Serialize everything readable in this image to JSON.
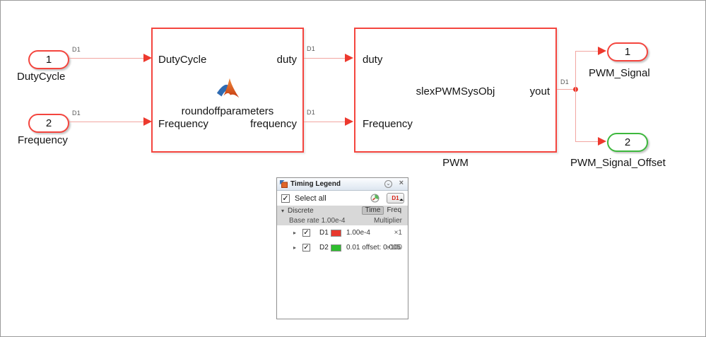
{
  "colors": {
    "block_red": "#F4453E",
    "arrow_red": "#ED392E",
    "wire_red": "#F2A6A1",
    "port_green": "#3DB83D",
    "d1_swatch": "#E8382D",
    "d2_swatch": "#2FBE2F"
  },
  "diagram": {
    "wire_label": "D1",
    "inports": [
      {
        "id": "1",
        "caption": "DutyCycle"
      },
      {
        "id": "2",
        "caption": "Frequency"
      }
    ],
    "function_block": {
      "in_top": "DutyCycle",
      "in_bottom": "Frequency",
      "out_top": "duty",
      "out_bottom": "frequency",
      "name": "roundoffparameters"
    },
    "pwm_block": {
      "in_top": "duty",
      "in_bottom": "Frequency",
      "label": "slexPWMSysObj",
      "out": "yout",
      "caption": "PWM"
    },
    "outports": [
      {
        "id": "1",
        "caption": "PWM_Signal"
      },
      {
        "id": "2",
        "caption": "PWM_Signal_Offset"
      }
    ]
  },
  "legend": {
    "title": "Timing Legend",
    "select_all": "Select all",
    "rate_button": "D1",
    "section": "Discrete",
    "time": "Time",
    "freq": "Freq",
    "base_rate": "Base rate 1.00e-4",
    "multiplier": "Multiplier",
    "rows": [
      {
        "name": "D1",
        "value": "1.00e-4",
        "multiplier": "×1",
        "color": "#E8382D"
      },
      {
        "name": "D2",
        "value": "0.01 offset: 0.005",
        "multiplier": "×100",
        "color": "#2FBE2F"
      }
    ],
    "icons": {
      "checkmark": "✓",
      "expander": "▸",
      "section_collapse": "▾",
      "collapse": "⌄",
      "close": "×"
    }
  }
}
